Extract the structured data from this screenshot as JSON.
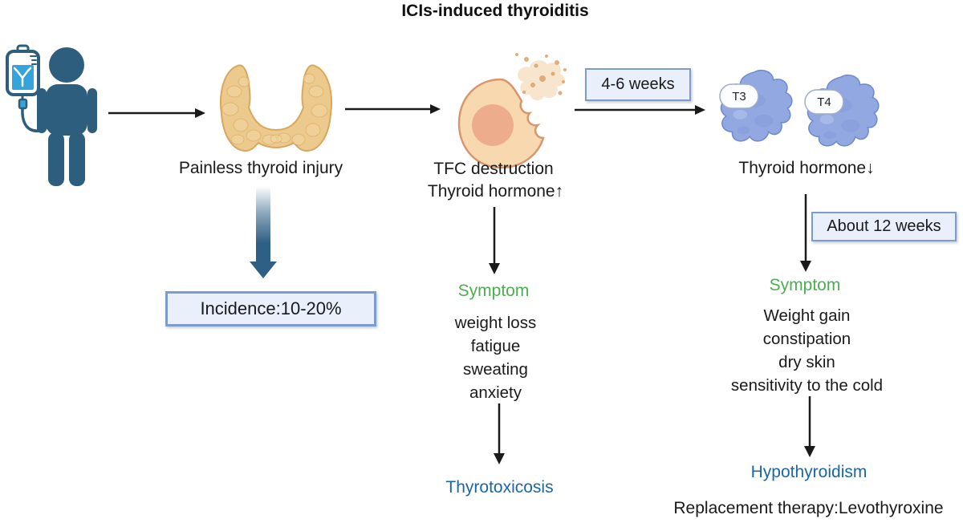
{
  "title": "ICIs-induced thyroiditis",
  "flow": {
    "stage1": {
      "label": "Painless thyroid injury",
      "incidence_box": "Incidence:10-20%"
    },
    "stage2": {
      "label_line1": "TFC destruction",
      "label_line2": "Thyroid hormone↑",
      "duration_box": "4-6 weeks",
      "symptom_heading": "Symptom",
      "symptoms": [
        "weight loss",
        "fatigue",
        "sweating",
        "anxiety"
      ],
      "outcome": "Thyrotoxicosis"
    },
    "stage3": {
      "t3_label": "T3",
      "t4_label": "T4",
      "label": "Thyroid hormone↓",
      "duration_box": "About 12 weeks",
      "symptom_heading": "Symptom",
      "symptoms": [
        "Weight gain",
        "constipation",
        "dry skin",
        "sensitivity to the cold"
      ],
      "outcome": "Hypothyroidism",
      "treatment": "Replacement therapy:Levothyroxine"
    }
  },
  "colors": {
    "symptom-green": "#4cae50",
    "outcome-blue": "#1b66a5",
    "box-fill": "#e9f0fb",
    "box-border": "#7e9cc9",
    "person-blue": "#2e5e7e",
    "iv-blue": "#35a3dc",
    "thyroid-tan": "#ecc98d",
    "thyroid-outline": "#d8a75d",
    "cell-fill": "#f8d9af",
    "cell-outline": "#d9956b",
    "nucleus": "#edad8c",
    "hormone-blob": "#92a8e1",
    "hormone-blob-outline": "#6e88cf",
    "arrow-black": "#1a1a1a",
    "gradient-arrow": "#2e5f85"
  }
}
